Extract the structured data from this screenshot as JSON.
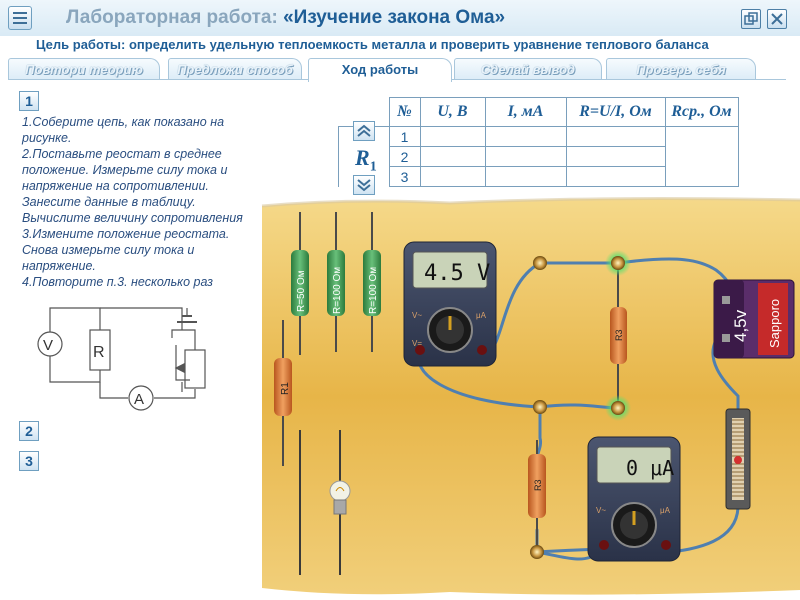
{
  "header": {
    "title_prefix": "Лабораторная работа: ",
    "title_main": "«Изучение закона Ома»",
    "goal": "Цель работы: определить удельную теплоемкость металла и проверить уравнение теплового баланса"
  },
  "tabs": [
    {
      "label": "Повтори теорию"
    },
    {
      "label": "Предложи способ"
    },
    {
      "label": "Ход работы"
    },
    {
      "label": "Сделай вывод"
    },
    {
      "label": "Проверь себя"
    }
  ],
  "steps": [
    "1",
    "2",
    "3"
  ],
  "instructions": [
    "1.Соберите цепь, как показано на",
    "рисунке.",
    "2.Поставьте реостат в среднее",
    "положение. Измерьте силу тока и",
    "напряжение на сопротивлении.",
    "Занесите данные в таблицу.",
    "Вычислите величину сопротивления",
    "3.Измените положение реостата.",
    "Снова измерьте силу тока и",
    "напряжение.",
    "4.Повторите п.3. несколько раз"
  ],
  "table": {
    "headers": [
      "№",
      "U, В",
      "I, мА",
      "R=U/I, Ом",
      "Rср., Ом"
    ],
    "rows": [
      "1",
      "2",
      "3"
    ],
    "resistor_label": "R",
    "resistor_sub": "1"
  },
  "schematic": {
    "voltmeter": "V",
    "resistor": "R",
    "ammeter": "A"
  },
  "bench": {
    "resistors": [
      "R=50 Ом",
      "R=100 Ом",
      "R=100 Ом"
    ],
    "r1": "R1",
    "r3_top": "R3",
    "r3_bottom": "R3",
    "voltmeter_display": "4.5 V",
    "ammeter_display": "0 μA",
    "meter_terminals": [
      "V~",
      "μA",
      "V="
    ],
    "battery_voltage": "4,5v",
    "battery_brand": "Sapporo"
  },
  "colors": {
    "accent": "#1f5e96",
    "board": "#e8b84a",
    "wire": "#4f7fb0"
  }
}
